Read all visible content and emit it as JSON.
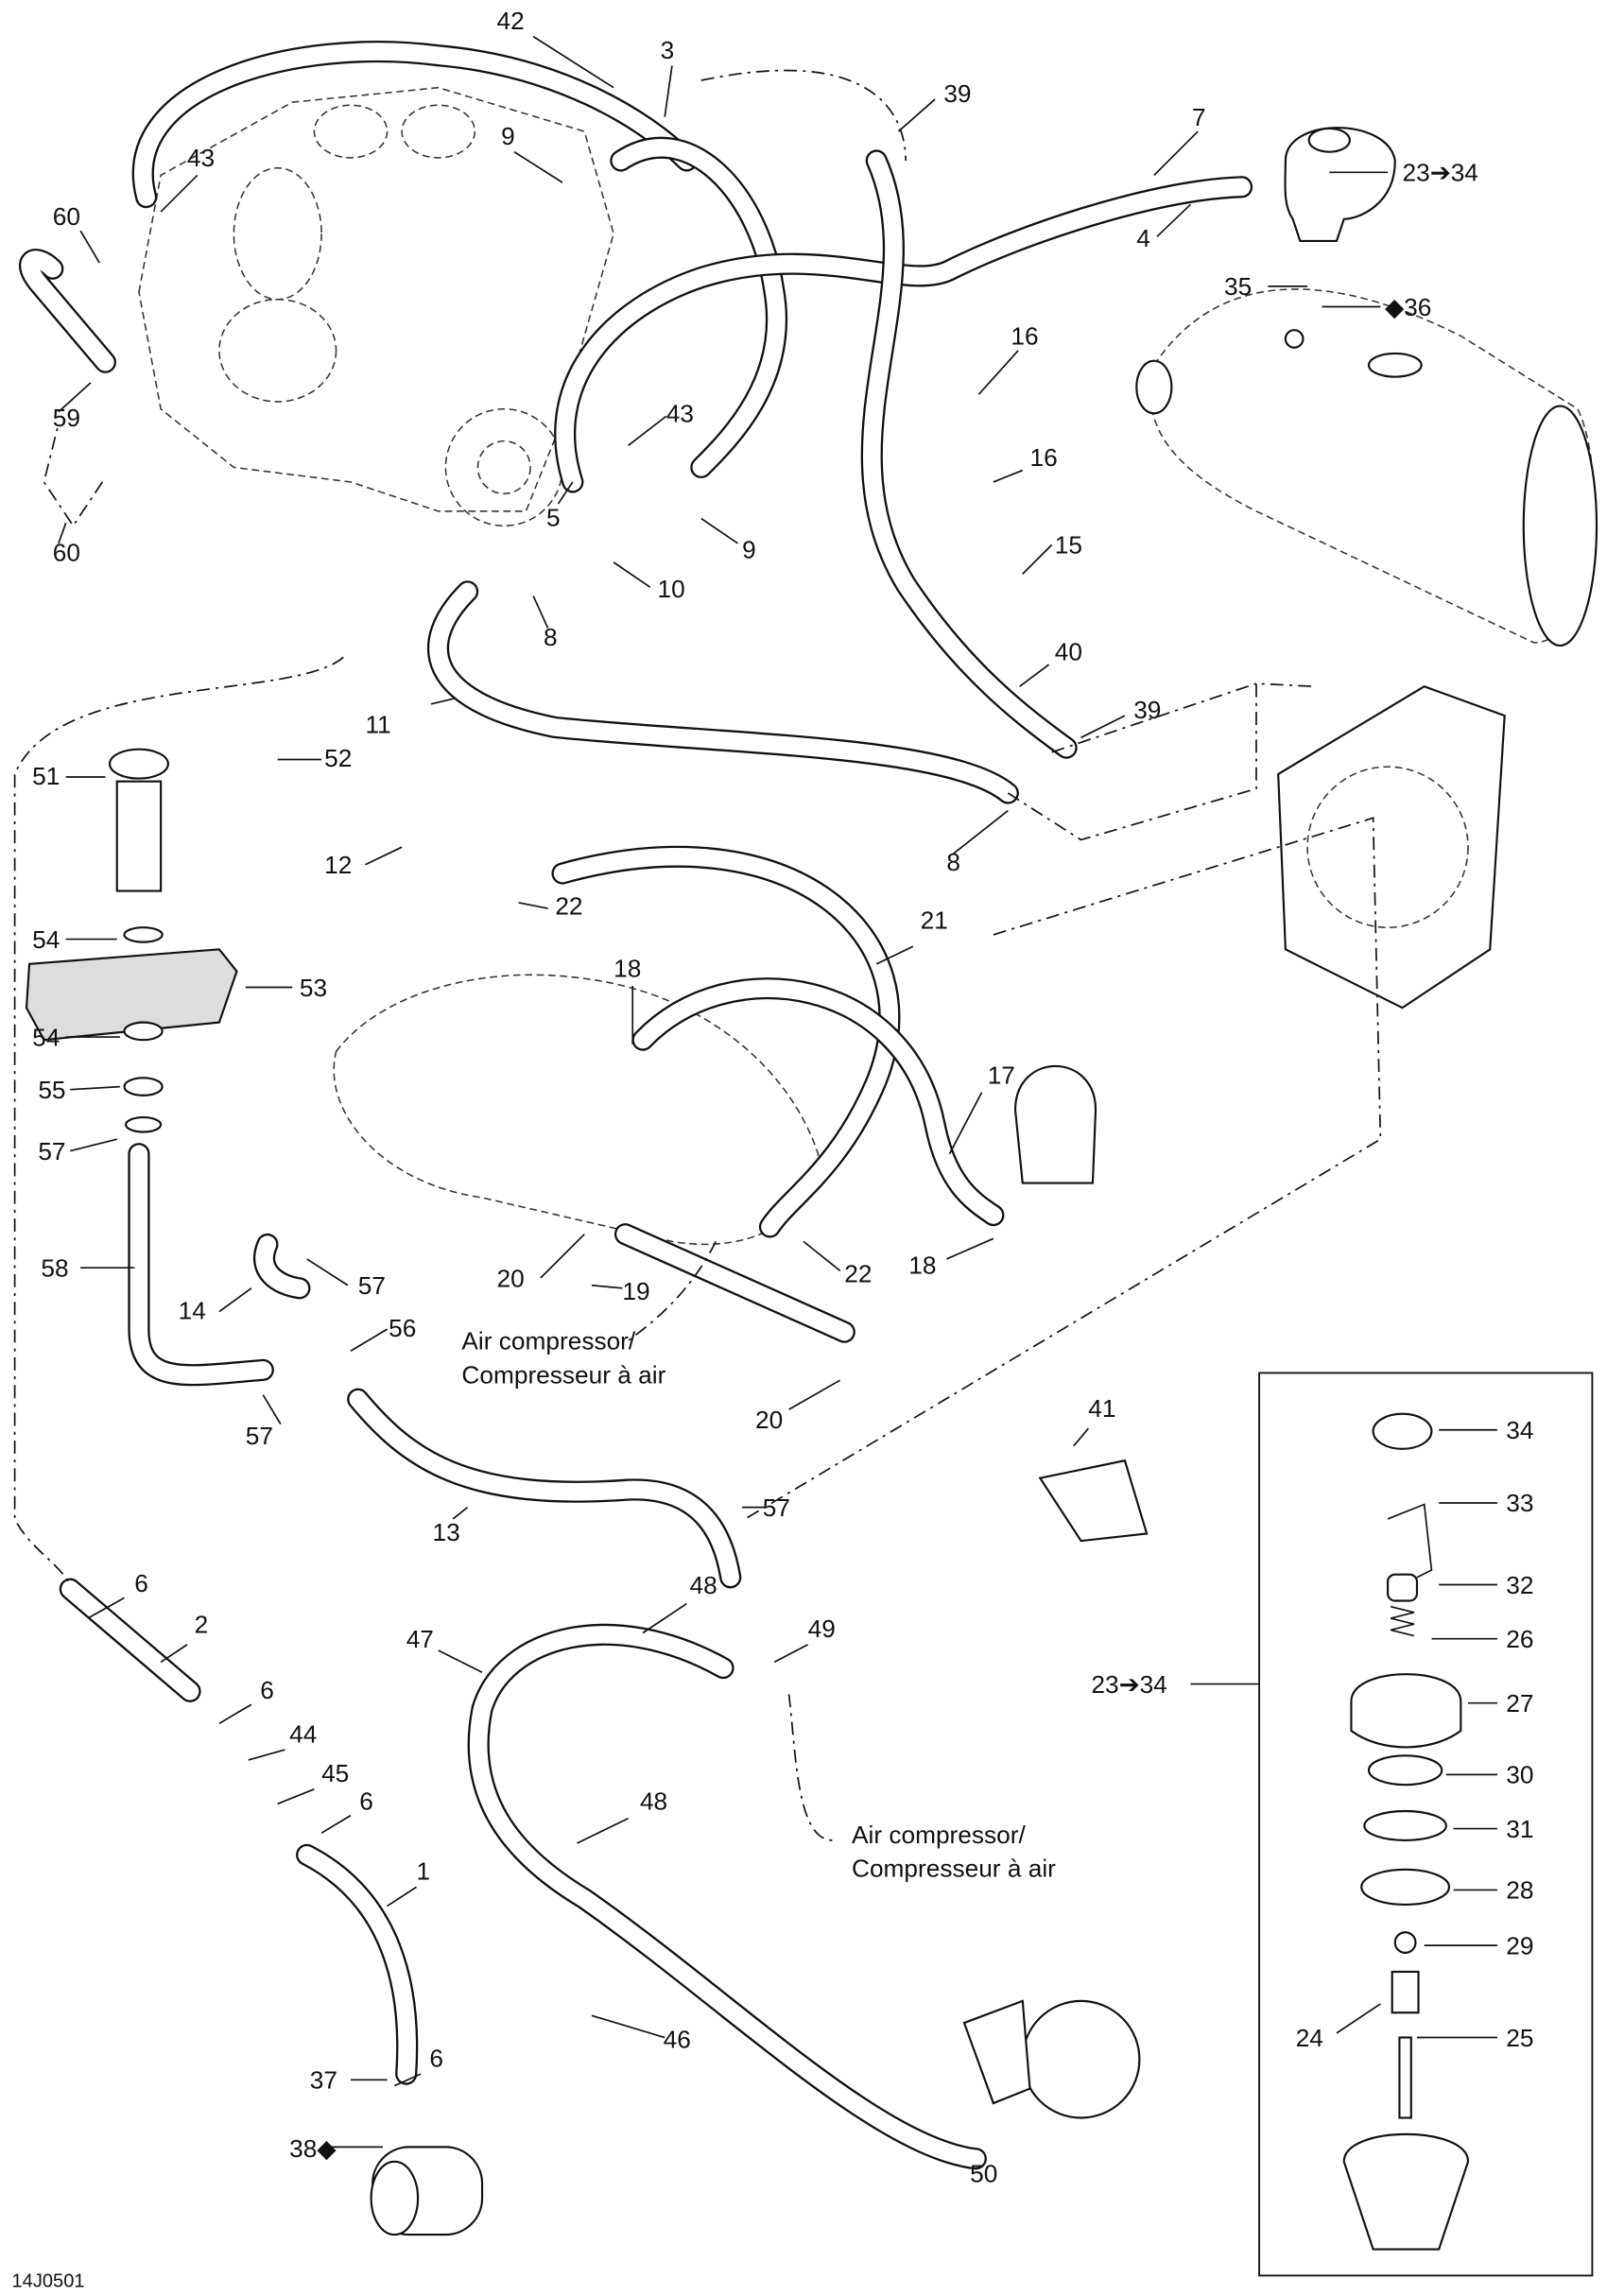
{
  "diagram_id": "14J0501",
  "callouts": [
    "42",
    "3",
    "39",
    "7",
    "23➔34",
    "43",
    "9",
    "60",
    "4",
    "35",
    "36",
    "16",
    "59",
    "43",
    "16",
    "5",
    "9",
    "15",
    "60",
    "10",
    "8",
    "40",
    "11",
    "39",
    "51",
    "52",
    "12",
    "8",
    "22",
    "21",
    "54",
    "18",
    "53",
    "54",
    "55",
    "57",
    "17",
    "58",
    "20",
    "19",
    "22",
    "18",
    "14",
    "57",
    "56",
    "57",
    "20",
    "41",
    "57",
    "13",
    "34",
    "33",
    "6",
    "48",
    "49",
    "32",
    "2",
    "26",
    "47",
    "23➔34",
    "27",
    "6",
    "44",
    "30",
    "45",
    "6",
    "48",
    "31",
    "1",
    "28",
    "29",
    "6",
    "46",
    "24",
    "25",
    "37",
    "38",
    "50"
  ],
  "annotations": {
    "air_compressor_1": {
      "line1": "Air compressor/",
      "line2": "Compresseur à air"
    },
    "air_compressor_2": {
      "line1": "Air compressor/",
      "line2": "Compresseur à air"
    }
  },
  "icons": {
    "sealant": "drop-icon",
    "range_arrow": "arrow-right-icon"
  }
}
